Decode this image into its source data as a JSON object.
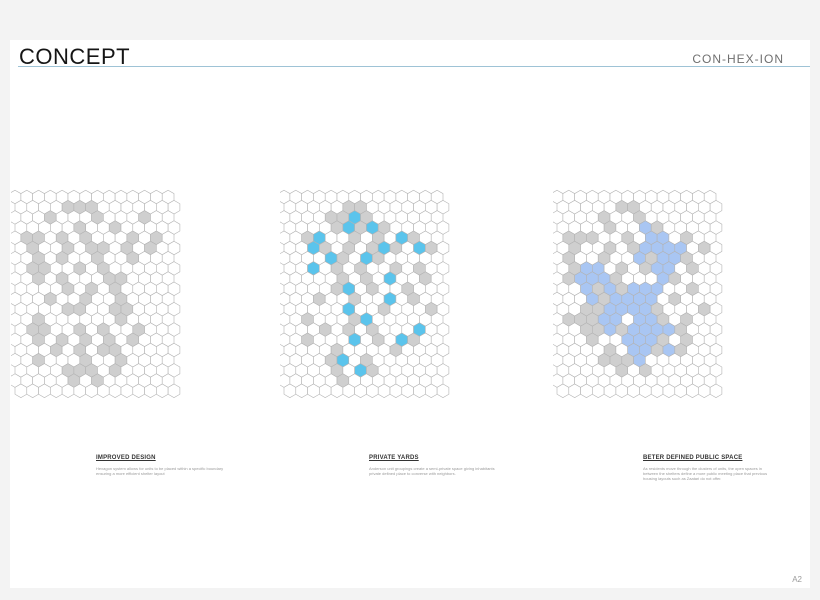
{
  "header": {
    "title": "CONCEPT",
    "brand": "CON-HEX-ION"
  },
  "page_number": "A2",
  "colors": {
    "page": "#ffffff",
    "rule": "#9ec3d6",
    "hex_empty": "#ffffff",
    "hex_stroke": "#b3b3b3",
    "hex_gray": "#cfcfcf",
    "hex_cyan": "#5bc4ec",
    "hex_lavender": "#a9c6f3"
  },
  "panels": [
    {
      "caption_title": "IMPROVED DESIGN",
      "caption_text": "Hexagon system allows for units to be placed within a specific boundary ensuring a more efficient shelter layout",
      "gray": [
        "1,4",
        "1,5",
        "1,6",
        "2,3",
        "2,7",
        "2,11",
        "3,5",
        "3,8",
        "4,1",
        "4,2",
        "4,4",
        "4,6",
        "4,10",
        "4,12",
        "5,1",
        "5,4",
        "5,6",
        "5,7",
        "5,9",
        "5,11",
        "6,2",
        "6,4",
        "6,7",
        "6,10",
        "7,1",
        "7,2",
        "7,5",
        "7,7",
        "8,2",
        "8,4",
        "8,8",
        "8,9",
        "9,4",
        "9,6",
        "9,8",
        "10,3",
        "10,6",
        "10,9",
        "11,4",
        "11,5",
        "11,8",
        "11,9",
        "12,2",
        "12,9",
        "13,1",
        "13,2",
        "13,5",
        "13,7",
        "13,10",
        "14,2",
        "14,4",
        "14,6",
        "14,8",
        "14,10",
        "15,3",
        "15,5",
        "15,7",
        "15,8",
        "16,2",
        "16,6",
        "16,9",
        "17,4",
        "17,5",
        "17,6",
        "17,8",
        "18,5",
        "18,7"
      ],
      "accent": []
    },
    {
      "caption_title": "PRIVATE YARDS",
      "caption_text": "Anderson unit groupings create a semi-private space giving inhabitants private defined place to converse with neighbors.",
      "gray": [
        "1,5",
        "1,6",
        "2,4",
        "2,5",
        "2,7",
        "3,4",
        "3,6",
        "3,8",
        "4,2",
        "4,6",
        "4,8",
        "4,11",
        "5,3",
        "5,5",
        "5,7",
        "5,9",
        "5,12",
        "6,5",
        "6,8",
        "7,4",
        "7,6",
        "7,9",
        "7,11",
        "8,5",
        "8,7",
        "8,12",
        "9,4",
        "9,7",
        "9,10",
        "10,3",
        "10,6",
        "10,11",
        "11,5",
        "11,8",
        "11,12",
        "12,2",
        "12,6",
        "13,3",
        "13,5",
        "13,7",
        "14,2",
        "14,8",
        "14,11",
        "15,4",
        "15,9",
        "16,4",
        "16,5",
        "16,7",
        "17,4",
        "17,6",
        "17,7",
        "18,5"
      ],
      "accent": [
        "2,6",
        "3,5",
        "3,7",
        "4,3",
        "4,10",
        "5,2",
        "5,8",
        "5,11",
        "6,4",
        "6,7",
        "7,2",
        "8,9",
        "9,5",
        "10,9",
        "11,5",
        "12,7",
        "13,11",
        "14,6",
        "14,10",
        "16,5",
        "17,6"
      ]
    },
    {
      "caption_title": "BETER DEFINED PUBLIC SPACE",
      "caption_text": "As residents move through the clusters of units, the open spaces in between the shelters define a more public meeting place that previous housing layouts such as Zaatari do not offer.",
      "gray": [
        "1,5",
        "1,6",
        "2,4",
        "2,7",
        "3,4",
        "3,8",
        "4,1",
        "4,2",
        "4,3",
        "4,6",
        "4,11",
        "5,1",
        "5,4",
        "5,6",
        "5,12",
        "6,1",
        "6,4",
        "6,8",
        "6,11",
        "7,1",
        "7,5",
        "7,7",
        "7,11",
        "8,1",
        "8,5",
        "8,10",
        "9,3",
        "9,5",
        "9,11",
        "10,4",
        "10,10",
        "11,2",
        "11,3",
        "11,8",
        "11,12",
        "12,1",
        "12,2",
        "12,3",
        "12,9",
        "12,11",
        "13,2",
        "13,3",
        "13,5",
        "13,10",
        "14,3",
        "14,9",
        "14,11",
        "15,4",
        "15,8",
        "15,10",
        "16,4",
        "16,5",
        "16,6",
        "17,5",
        "17,7"
      ],
      "accent": [
        "3,7",
        "4,8",
        "4,9",
        "5,7",
        "5,8",
        "5,9",
        "5,10",
        "6,7",
        "6,9",
        "6,10",
        "7,2",
        "7,3",
        "7,8",
        "7,9",
        "8,2",
        "8,3",
        "8,4",
        "8,9",
        "9,2",
        "9,4",
        "9,6",
        "9,7",
        "9,8",
        "10,3",
        "10,5",
        "10,6",
        "10,7",
        "10,8",
        "11,4",
        "11,5",
        "11,6",
        "11,7",
        "12,4",
        "12,5",
        "12,7",
        "12,8",
        "13,4",
        "13,6",
        "13,7",
        "13,8",
        "13,9",
        "14,6",
        "14,7",
        "14,8",
        "15,6",
        "15,7",
        "15,9",
        "16,7"
      ]
    }
  ]
}
